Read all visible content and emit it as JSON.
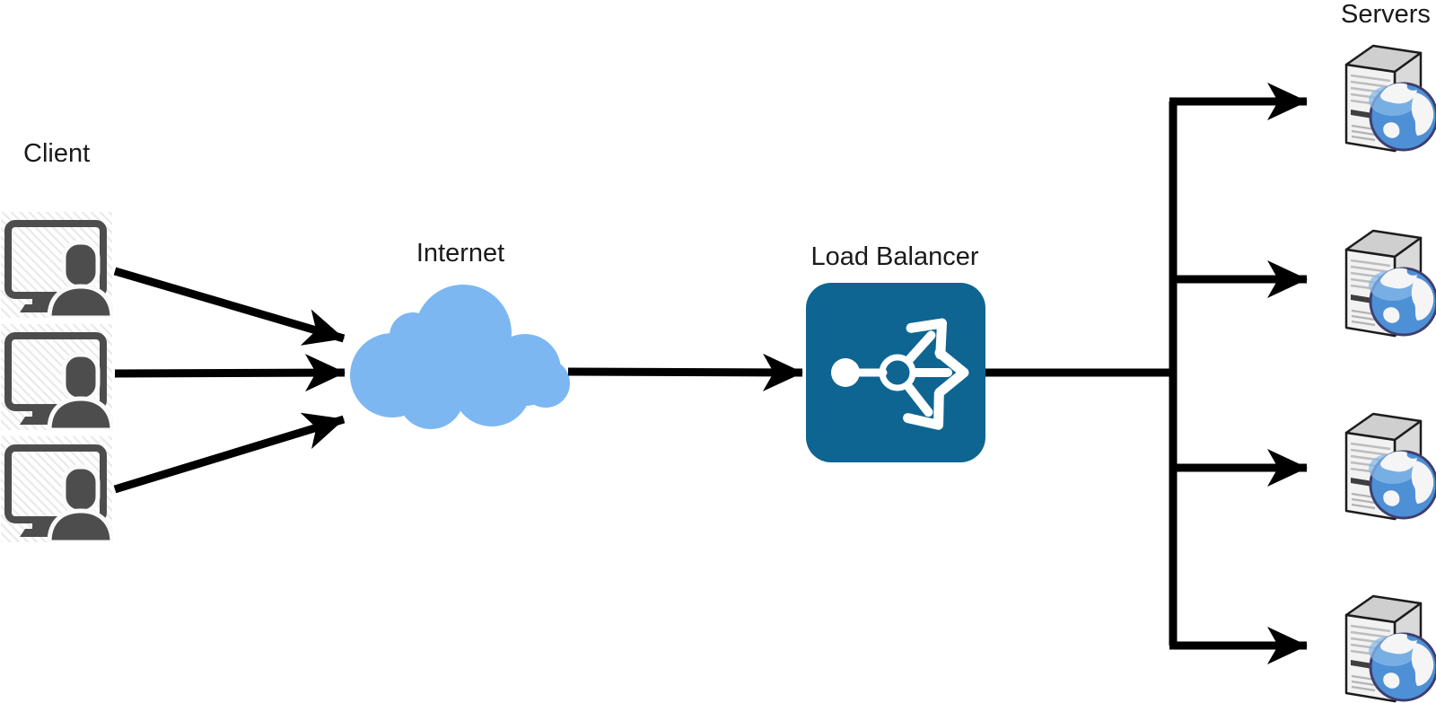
{
  "diagram": {
    "title": "Load balancer network diagram",
    "labels": {
      "client": "Client",
      "internet": "Internet",
      "load_balancer": "Load Balancer",
      "servers": "Servers"
    },
    "icons": {
      "client": "monitor-with-user-icon",
      "internet": "cloud-icon",
      "load_balancer": "load-balancer-fanout-arrows-icon",
      "server": "server-tower-with-globe-icon",
      "connector": "black-arrow"
    },
    "structure": {
      "clients_count": 3,
      "servers_count": 4,
      "flow": "clients -> internet -> load balancer -> servers"
    },
    "colors": {
      "text": "#1a1a1a",
      "arrow": "#000000",
      "cloud": "#7cb7f2",
      "lb_box": "#0e6591",
      "lb_glyph": "#ffffff",
      "client_gray": "#4d4d4d",
      "client_hatch": "#e9e9e9",
      "server_front": "#f2f2f2",
      "server_side": "#dadada",
      "server_top": "#cfcfcf",
      "server_outline": "#1c1c1c",
      "globe_ocean": "#4e90d6",
      "globe_ocean_light": "#85b9ea",
      "globe_land": "#f5f5f5",
      "globe_ring": "#3f3f70"
    }
  }
}
